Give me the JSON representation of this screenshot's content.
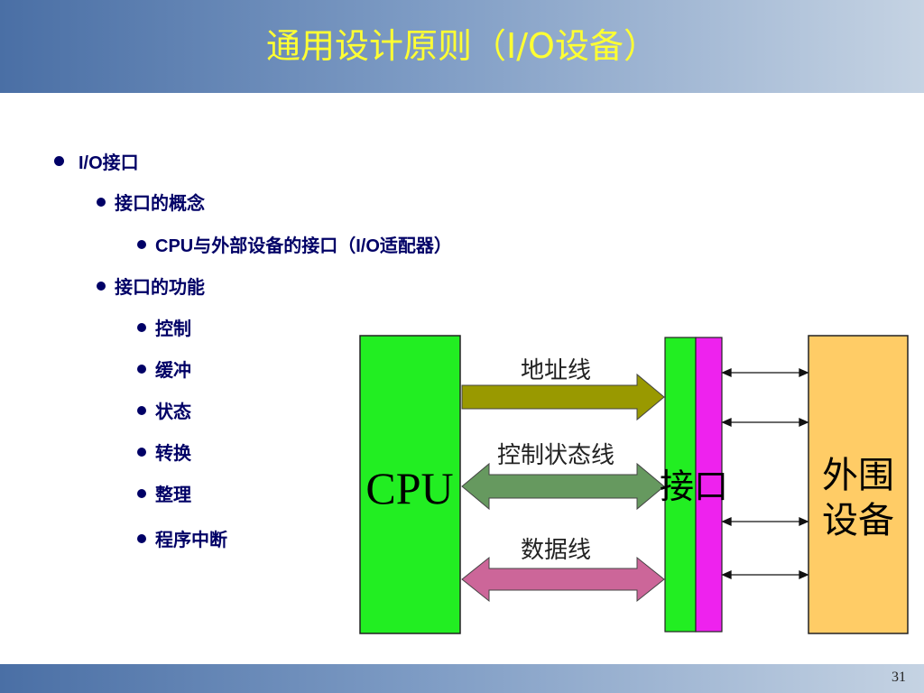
{
  "slide": {
    "title": "通用设计原则（I/O设备）",
    "page_number": "31"
  },
  "bullets": {
    "l1": "I/O接口",
    "concept": "接口的概念",
    "concept_item": "CPU与外部设备的接口（I/O适配器）",
    "function": "接口的功能",
    "functions": [
      "控制",
      "缓冲",
      "状态",
      "转换",
      "整理",
      "程序中断"
    ]
  },
  "diagram": {
    "cpu_label": "CPU",
    "address_line_label": "地址线",
    "control_line_label": "控制状态线",
    "data_line_label": "数据线",
    "interface_label": "接口",
    "device_label_line1": "外围",
    "device_label_line2": "设备",
    "colors": {
      "cpu": "#22ee22",
      "interface_left": "#22ee22",
      "interface_right": "#ee22ee",
      "device": "#ffcc66",
      "address_arrow": "#999900",
      "control_arrow": "#66995f",
      "data_arrow": "#cc6699"
    }
  }
}
